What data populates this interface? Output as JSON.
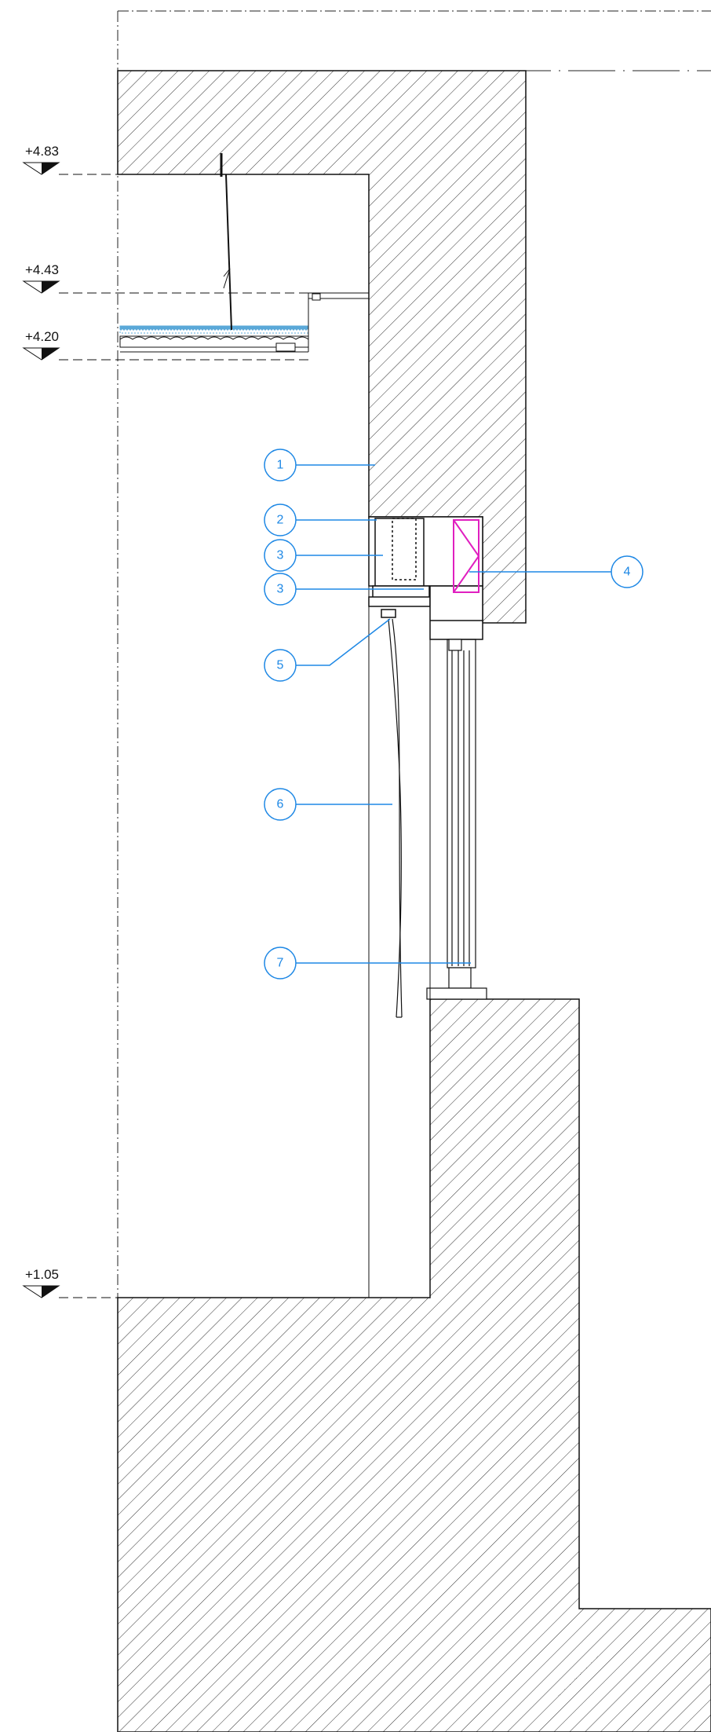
{
  "levels": [
    {
      "id": "lvl-483",
      "label": "+4.83"
    },
    {
      "id": "lvl-443",
      "label": "+4.43"
    },
    {
      "id": "lvl-420",
      "label": "+4.20"
    },
    {
      "id": "lvl-105",
      "label": "+1.05"
    }
  ],
  "callouts": [
    {
      "id": "callout-1",
      "label": "1"
    },
    {
      "id": "callout-2",
      "label": "2"
    },
    {
      "id": "callout-3a",
      "label": "3"
    },
    {
      "id": "callout-3b",
      "label": "3"
    },
    {
      "id": "callout-4",
      "label": "4"
    },
    {
      "id": "callout-5",
      "label": "5"
    },
    {
      "id": "callout-6",
      "label": "6"
    },
    {
      "id": "callout-7",
      "label": "7"
    }
  ],
  "colors": {
    "line": "#111111",
    "hatch": "#333333",
    "callout": "#1e88e5",
    "insulation": "#e020c0",
    "ceiling_membrane": "#5aa8d8"
  }
}
